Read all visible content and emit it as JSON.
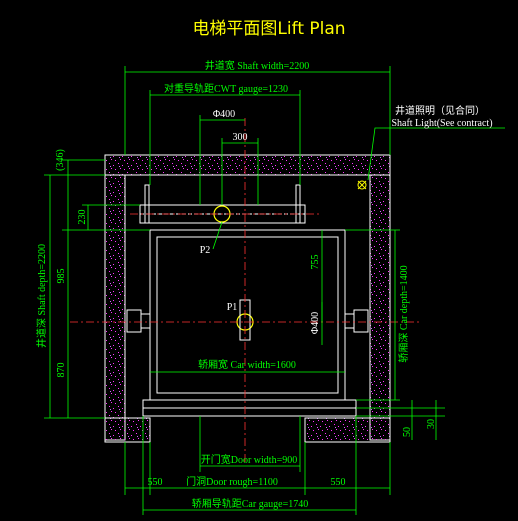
{
  "title": "电梯平面图Lift Plan",
  "dimensions": {
    "shaft_width": "井道宽 Shaft width=2200",
    "cwt_gauge": "对重导轨距CWT gauge=1230",
    "phi_top": "Φ400",
    "dim_300": "300",
    "shaft_light": "井道照明（见合同）",
    "shaft_light_en": "Shaft Light(See contract)",
    "dim_346": "(346)",
    "dim_230": "230",
    "shaft_depth": "井道深 Shaft depth=2200",
    "dim_985": "985",
    "dim_870": "870",
    "label_p2": "P2",
    "label_p1": "P1",
    "dim_755": "755",
    "phi_mid": "Φ400",
    "car_depth": "轿厢深 Car depth=1400",
    "car_width": "轿厢宽 Car width=1600",
    "dim_50": "50",
    "dim_30": "30",
    "door_width": "开门宽Door width=900",
    "door_rough": "门洞Door rough=1100",
    "dim_550_left": "550",
    "dim_550_right": "550",
    "car_gauge": "轿厢导轨距Car gauge=1740"
  },
  "colors": {
    "background": "#000000",
    "title": "#ffff00",
    "dimension": "#00ff00",
    "geometry": "#ffffff",
    "concrete": "#ff00ff",
    "centerline": "#ff0000",
    "label": "#ffffff"
  }
}
